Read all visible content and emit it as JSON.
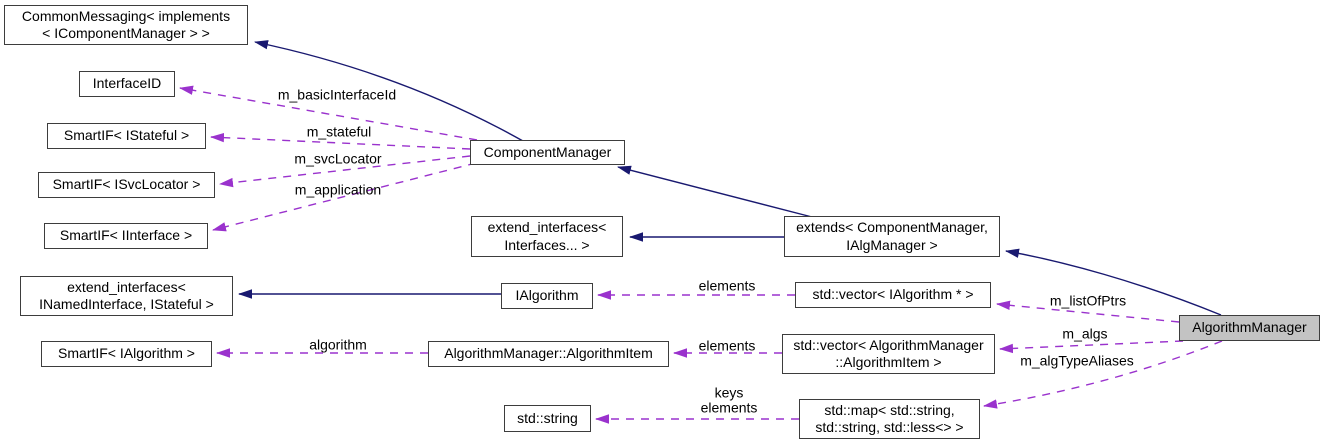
{
  "diagram": {
    "kind": "collaboration-graph",
    "focus_node": "AlgorithmManager",
    "colors": {
      "background": "#ffffff",
      "inheritance_edge": "#191970",
      "usage_edge": "#9a32cd",
      "node_border": "#3d3d3d",
      "node_fill": "#ffffff",
      "focus_node_fill": "#c3c3c3",
      "text": "#000000"
    },
    "nodes": [
      {
        "label": "CommonMessaging< implements\n< IComponentManager > >"
      },
      {
        "label": "InterfaceID"
      },
      {
        "label": "SmartIF< IStateful >"
      },
      {
        "label": "SmartIF< ISvcLocator >"
      },
      {
        "label": "SmartIF< IInterface >"
      },
      {
        "label": "ComponentManager"
      },
      {
        "label": "extend_interfaces<\nInterfaces... >"
      },
      {
        "label": "extends< ComponentManager,\nIAlgManager >"
      },
      {
        "label": "extend_interfaces<\nINamedInterface, IStateful >"
      },
      {
        "label": "IAlgorithm"
      },
      {
        "label": "std::vector< IAlgorithm * >"
      },
      {
        "label": "SmartIF< IAlgorithm >"
      },
      {
        "label": "AlgorithmManager::AlgorithmItem"
      },
      {
        "label": "std::vector< AlgorithmManager\n::AlgorithmItem >"
      },
      {
        "label": "std::string"
      },
      {
        "label": "std::map< std::string,\nstd::string, std::less<> >"
      },
      {
        "label": "AlgorithmManager"
      }
    ],
    "edges": [
      {
        "from": "ComponentManager",
        "to": "CommonMessaging< implements < IComponentManager > >",
        "relation": "inheritance",
        "label": ""
      },
      {
        "from": "extends< ComponentManager, IAlgManager >",
        "to": "ComponentManager",
        "relation": "inheritance",
        "label": ""
      },
      {
        "from": "extends< ComponentManager, IAlgManager >",
        "to": "extend_interfaces< Interfaces... >",
        "relation": "inheritance",
        "label": ""
      },
      {
        "from": "AlgorithmManager",
        "to": "extends< ComponentManager, IAlgManager >",
        "relation": "inheritance",
        "label": ""
      },
      {
        "from": "IAlgorithm",
        "to": "extend_interfaces< INamedInterface, IStateful >",
        "relation": "inheritance",
        "label": ""
      },
      {
        "from": "ComponentManager",
        "to": "InterfaceID",
        "relation": "usage",
        "label": "m_basicInterfaceId"
      },
      {
        "from": "ComponentManager",
        "to": "SmartIF< IStateful >",
        "relation": "usage",
        "label": "m_stateful"
      },
      {
        "from": "ComponentManager",
        "to": "SmartIF< ISvcLocator >",
        "relation": "usage",
        "label": "m_svcLocator"
      },
      {
        "from": "ComponentManager",
        "to": "SmartIF< IInterface >",
        "relation": "usage",
        "label": "m_application"
      },
      {
        "from": "std::vector< IAlgorithm * >",
        "to": "IAlgorithm",
        "relation": "usage",
        "label": "elements"
      },
      {
        "from": "AlgorithmManager",
        "to": "std::vector< IAlgorithm * >",
        "relation": "usage",
        "label": "m_listOfPtrs"
      },
      {
        "from": "std::vector< AlgorithmManager::AlgorithmItem >",
        "to": "AlgorithmManager::AlgorithmItem",
        "relation": "usage",
        "label": "elements"
      },
      {
        "from": "AlgorithmManager",
        "to": "std::vector< AlgorithmManager::AlgorithmItem >",
        "relation": "usage",
        "label": "m_algs"
      },
      {
        "from": "AlgorithmManager",
        "to": "std::map< std::string, std::string, std::less<> >",
        "relation": "usage",
        "label": "m_algTypeAliases"
      },
      {
        "from": "std::map< std::string, std::string, std::less<> >",
        "to": "std::string",
        "relation": "usage",
        "label": "keys\nelements"
      },
      {
        "from": "AlgorithmManager::AlgorithmItem",
        "to": "SmartIF< IAlgorithm >",
        "relation": "usage",
        "label": "algorithm"
      }
    ]
  }
}
